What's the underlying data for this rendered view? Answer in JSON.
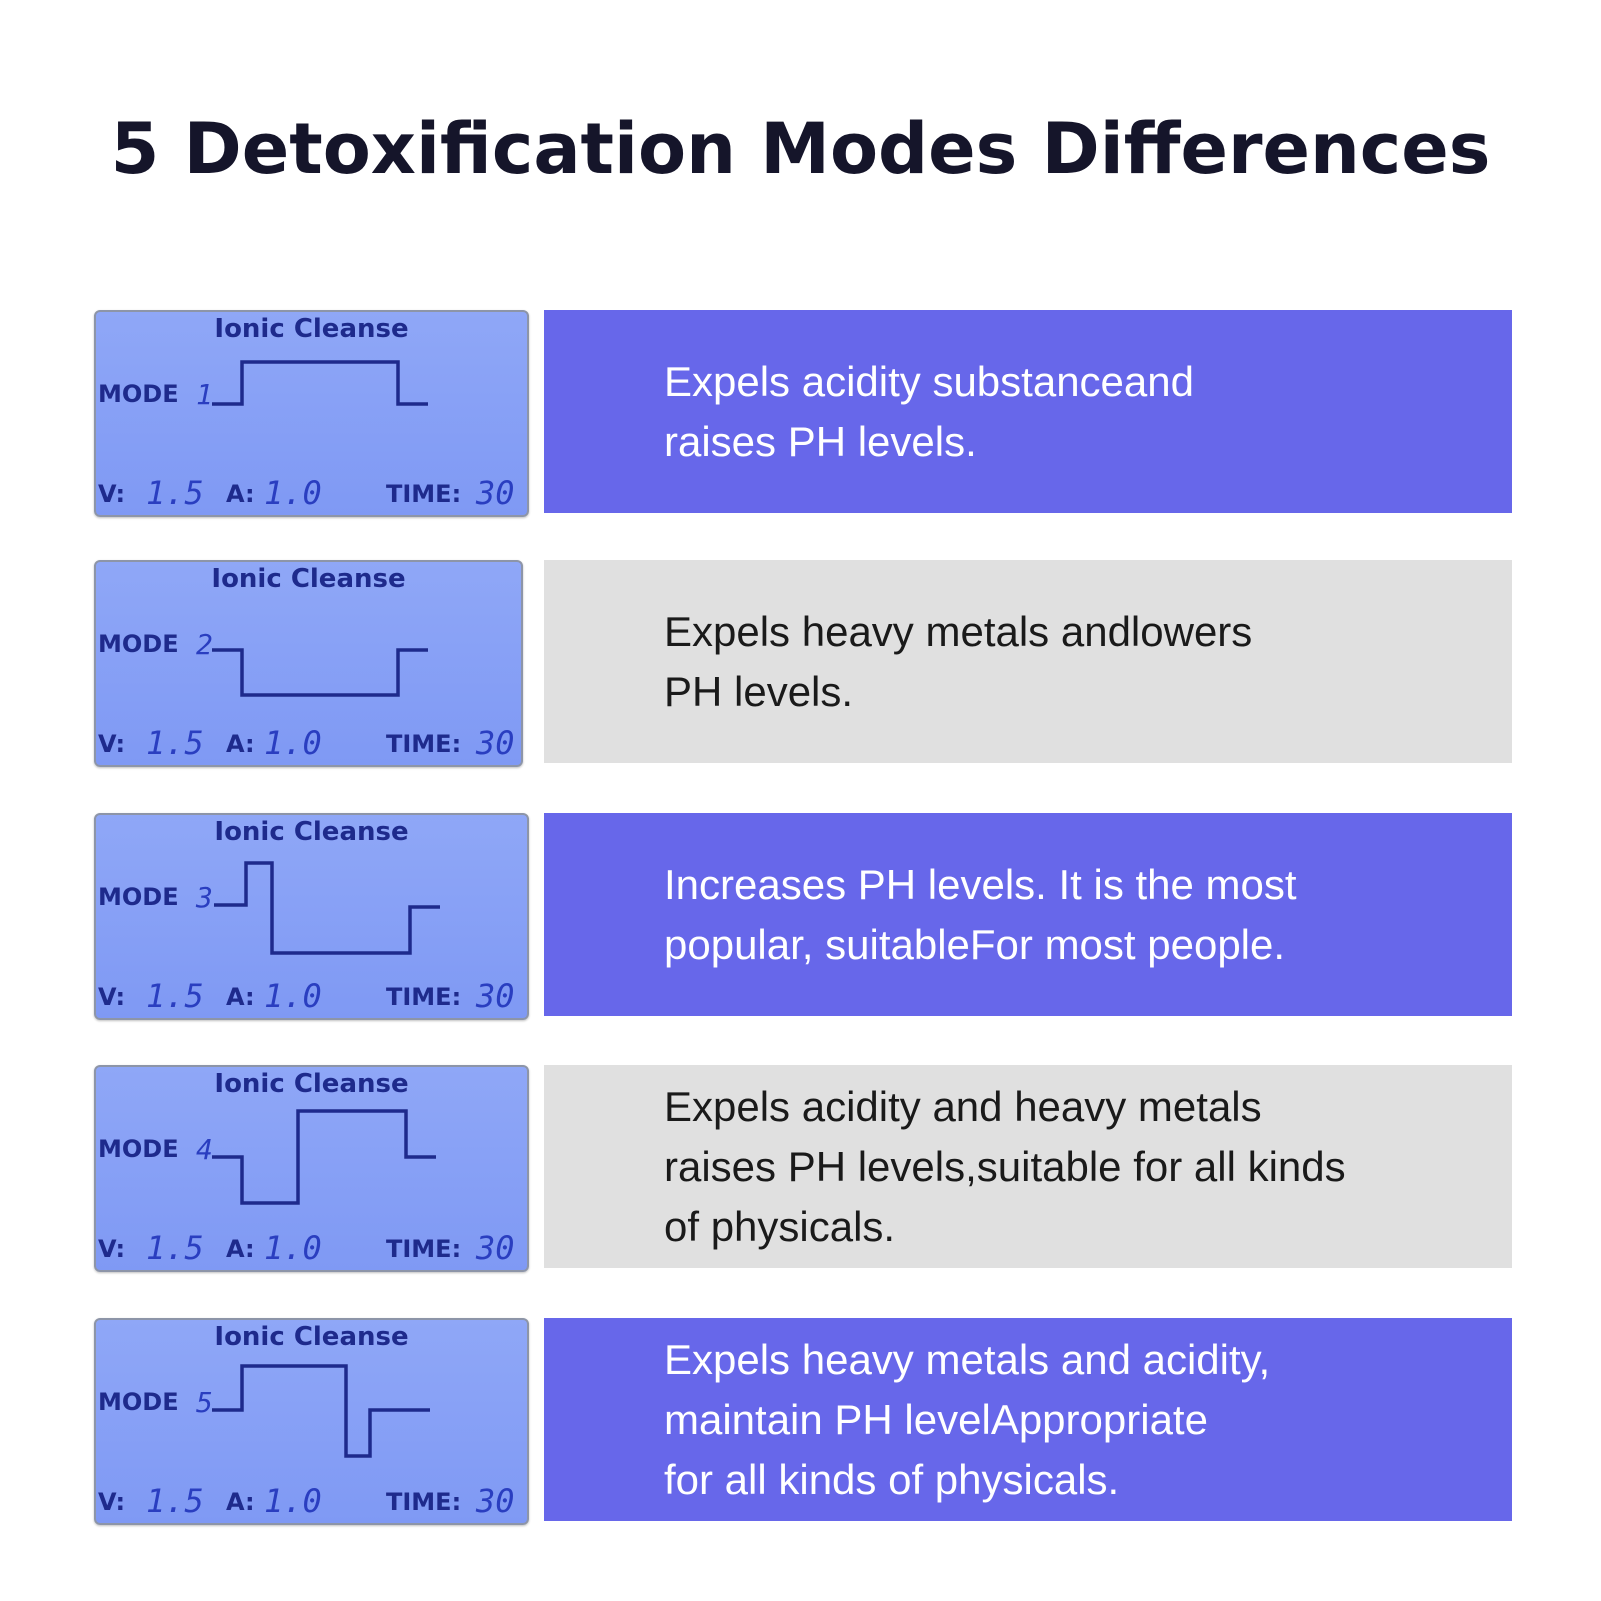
{
  "title": "5 Detoxification Modes Differences",
  "colors": {
    "purple_panel": "#6767ea",
    "gray_panel": "#e0e0e0",
    "lcd_bg": "#8fa7f7",
    "lcd_ink": "#1e2a8c"
  },
  "modes": [
    {
      "lcd": {
        "title": "Ionic Cleanse",
        "mode_label": "MODE",
        "mode_number": "1",
        "v_label": "V:",
        "v_value": "1.5",
        "a_label": "A:",
        "a_value": "1.0",
        "time_label": "TIME:",
        "time_value": "30"
      },
      "description": [
        "Expels acidity substanceand",
        "raises PH levels."
      ],
      "panel_style": "purple"
    },
    {
      "lcd": {
        "title": "Ionic Cleanse",
        "mode_label": "MODE",
        "mode_number": "2",
        "v_label": "V:",
        "v_value": "1.5",
        "a_label": "A:",
        "a_value": "1.0",
        "time_label": "TIME:",
        "time_value": "30"
      },
      "description": [
        "Expels heavy metals andlowers",
        "PH levels."
      ],
      "panel_style": "gray"
    },
    {
      "lcd": {
        "title": "Ionic Cleanse",
        "mode_label": "MODE",
        "mode_number": "3",
        "v_label": "V:",
        "v_value": "1.5",
        "a_label": "A:",
        "a_value": "1.0",
        "time_label": "TIME:",
        "time_value": "30"
      },
      "description": [
        "Increases PH levels. It is the most",
        "popular, suitableFor most people."
      ],
      "panel_style": "purple"
    },
    {
      "lcd": {
        "title": "Ionic Cleanse",
        "mode_label": "MODE",
        "mode_number": "4",
        "v_label": "V:",
        "v_value": "1.5",
        "a_label": "A:",
        "a_value": "1.0",
        "time_label": "TIME:",
        "time_value": "30"
      },
      "description": [
        "Expels acidity and heavy metals",
        "raises PH levels,suitable for all kinds",
        "of physicals."
      ],
      "panel_style": "gray"
    },
    {
      "lcd": {
        "title": "Ionic Cleanse",
        "mode_label": "MODE",
        "mode_number": "5",
        "v_label": "V:",
        "v_value": "1.5",
        "a_label": "A:",
        "a_value": "1.0",
        "time_label": "TIME:",
        "time_value": "30"
      },
      "description": [
        "Expels heavy metals and acidity,",
        "maintain PH levelAppropriate",
        "for all kinds of physicals."
      ],
      "panel_style": "purple"
    }
  ]
}
